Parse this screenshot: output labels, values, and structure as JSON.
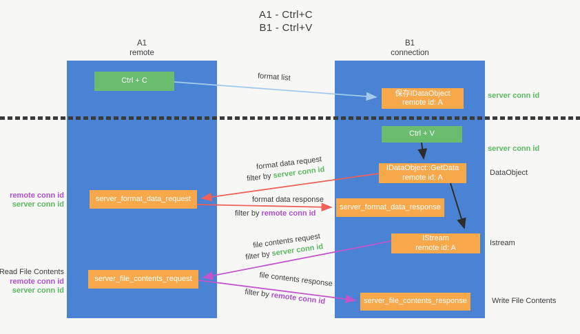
{
  "title": {
    "line1": "A1 - Ctrl+C",
    "line2": "B1 - Ctrl+V"
  },
  "columns": [
    {
      "name": "A1",
      "subtitle": "remote"
    },
    {
      "name": "B1",
      "subtitle": "connection"
    }
  ],
  "nodes": {
    "ctrl_c": "Ctrl + C",
    "save_idataobject_line1": "保存IDataObject",
    "save_idataobject_line2": "remote id: A",
    "ctrl_v": "Ctrl + V",
    "getdata_line1": "IDataObject::GetData",
    "getdata_line2": "remote id: A",
    "format_request": "server_format_data_request",
    "format_response": "server_format_data_response",
    "istream_line1": "IStream",
    "istream_line2": "remote id: A",
    "file_request": "server_file_contents_request",
    "file_response": "server_file_contents_response"
  },
  "side_labels": {
    "right_server_conn_id_1": "server conn id",
    "right_server_conn_id_2": "server conn id",
    "dataobject": "DataObject",
    "istream": "Istream",
    "write_file_contents": "Write File Contents",
    "left_remote_conn_id_1": "remote conn id",
    "left_server_conn_id_1": "server conn id",
    "read_file_contents": "Read File Contents",
    "left_remote_conn_id_2": "remote conn id",
    "left_server_conn_id_2": "server conn id"
  },
  "arrow_labels": {
    "format_list": "format list",
    "format_data_request": "format data request",
    "filter_by_1": "filter by",
    "filter_server_1": "server conn id",
    "format_data_response": "format data response",
    "filter_by_2": "filter by",
    "filter_remote_2": "remote conn id",
    "file_contents_request": "file contents request",
    "filter_by_3": "filter by",
    "filter_server_3": "server conn id",
    "file_contents_response": "file contents response",
    "filter_by_4": "filter by",
    "filter_remote_4": "remote conn id"
  },
  "colors": {
    "column_blue": "#4a82d4",
    "node_green": "#6abc6e",
    "node_orange": "#f6a84b",
    "arrow_blue": "#a3c9ec",
    "arrow_red": "#ef6159",
    "arrow_magenta": "#c255cb",
    "arrow_black": "#2d2d2d",
    "text_green": "#5bb961",
    "text_purple": "#ae4fce",
    "text_dark": "#3a3a3a",
    "bg": "#f7f7f6"
  }
}
